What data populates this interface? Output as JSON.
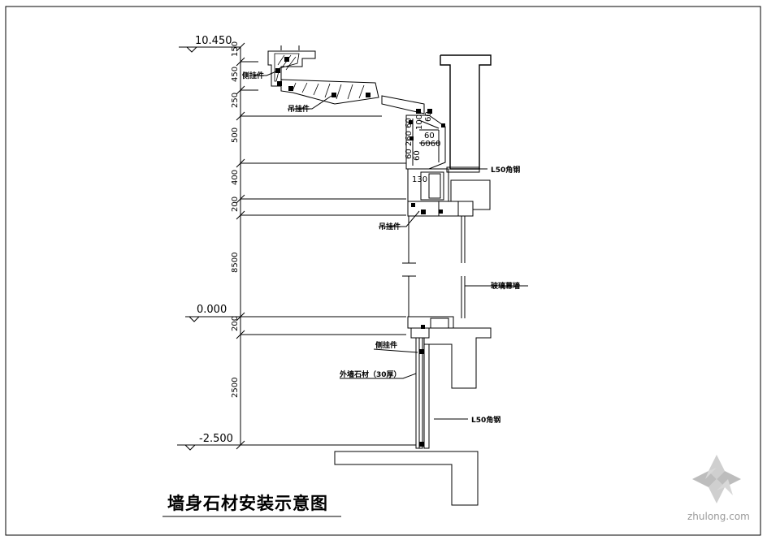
{
  "elevations": {
    "top": "10.450",
    "zero": "0.000",
    "bottom": "-2.500"
  },
  "dimensions": {
    "d150": "150",
    "d450": "450",
    "d250": "250",
    "d500": "500",
    "d400": "400",
    "d200a": "200",
    "d8500": "8500",
    "d200b": "200",
    "d2500": "2500",
    "d_60_260_60": "60 260 60",
    "d_100": "100",
    "d_60a": "60",
    "d_60b": "60",
    "d_6060": "6060",
    "d_130": "130",
    "d_60c": "60"
  },
  "labels": {
    "side_hanger_top": "侧挂件",
    "hanging_piece_1": "吊挂件",
    "angle_steel_top": "L50角钢",
    "hanging_piece_2": "吊挂件",
    "glass_curtain_wall": "玻璃幕墙",
    "side_hanger_bottom": "侧挂件",
    "exterior_stone": "外墙石材（30厚）",
    "angle_steel_bottom": "L50角钢"
  },
  "title": "墙身石材安装示意图",
  "watermark": "zhulong.com",
  "colors": {
    "line": "#000000",
    "background": "#ffffff",
    "watermark": "#9a9a9a"
  }
}
